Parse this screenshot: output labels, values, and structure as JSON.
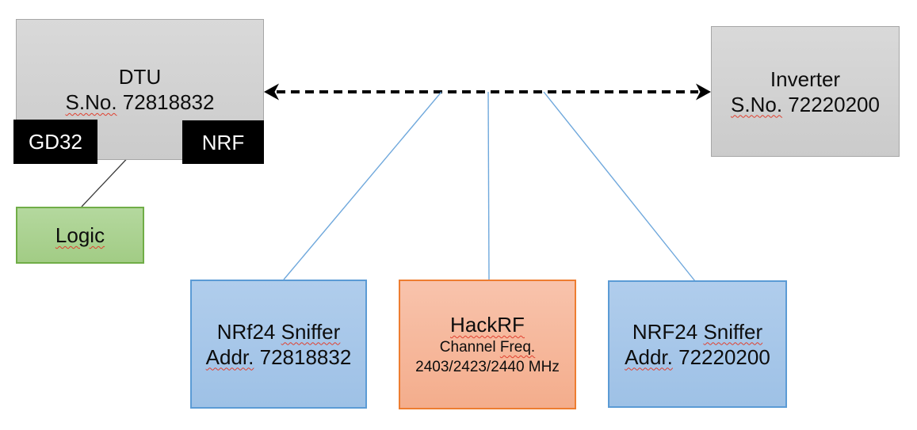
{
  "colors": {
    "gray_border": "#a6a6a6",
    "gray_fill": "#d2d2d2",
    "black_fill": "#000000",
    "green_fill": "#a9d18e",
    "green_border": "#70ad47",
    "blue_fill": "#a7c7e8",
    "blue_border": "#5b9bd5",
    "orange_fill": "#f6b89e",
    "orange_border": "#ed7d31",
    "connector_blue": "#6fa8dc",
    "arrow_black": "#000000",
    "line_black": "#3a3a3a",
    "text_black": "#0d0d0d",
    "text_white": "#ffffff",
    "spellcheck_red": "#e0402f"
  },
  "boxes": {
    "dtu": {
      "title": "DTU",
      "sn_label": "S.No.",
      "sn_value": "72818832"
    },
    "gd32": {
      "label": "GD32"
    },
    "nrf": {
      "label": "NRF"
    },
    "logic": {
      "label": "Logic"
    },
    "inverter": {
      "title": "Inverter",
      "sn_label": "S.No.",
      "sn_value": "72220200"
    },
    "sniffer_left": {
      "name_plain": "NRf24",
      "name_marked": "Sniffer",
      "addr_label": "Addr.",
      "addr_value": "72818832"
    },
    "hackrf": {
      "title": "HackRF",
      "freq_plain": "Channel",
      "freq_marked": "Freq.",
      "freq_value": "2403/2423/2440 MHz"
    },
    "sniffer_right": {
      "name_plain": "NRF24",
      "name_marked": "Sniffer",
      "addr_label": "Addr.",
      "addr_value": "72220200"
    }
  }
}
